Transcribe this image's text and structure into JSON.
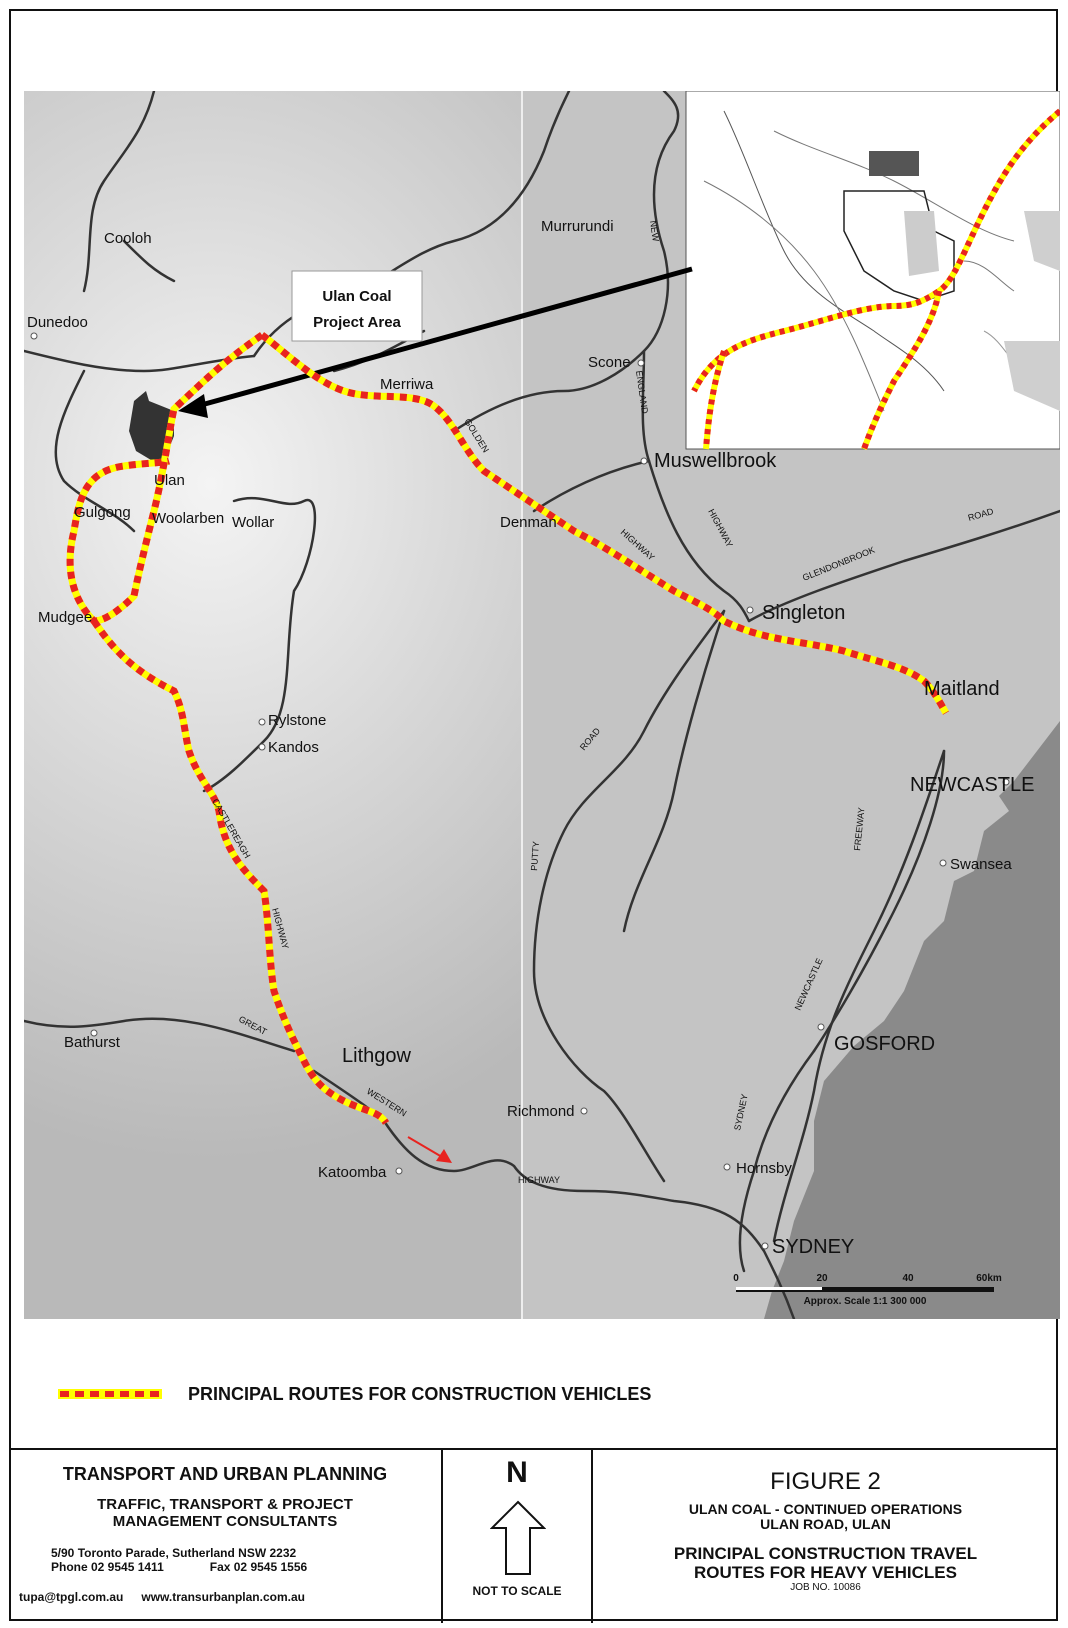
{
  "map": {
    "project_area_label": [
      "Ulan Coal",
      "Project Area"
    ],
    "places": {
      "cooloh": "Cooloh",
      "dunedoo": "Dunedoo",
      "ulan": "Ulan",
      "gulgong": "Gulgong",
      "woolarben": "Woolarben",
      "wollar": "Wollar",
      "mudgee": "Mudgee",
      "rylstone": "Rylstone",
      "kandos": "Kandos",
      "bathurst": "Bathurst",
      "lithgow": "Lithgow",
      "katoomba": "Katoomba",
      "richmond": "Richmond",
      "merriwa": "Merriwa",
      "murrurundi": "Murrurundi",
      "scone": "Scone",
      "muswellbrook": "Muswellbrook",
      "denman": "Denman",
      "singleton": "Singleton",
      "maitland": "Maitland",
      "newcastle": "NEWCASTLE",
      "swansea": "Swansea",
      "gosford": "GOSFORD",
      "hornsby": "Hornsby",
      "sydney": "SYDNEY"
    },
    "road_labels": {
      "golden": "GOLDEN",
      "highway1": "HIGHWAY",
      "new": "NEW",
      "england": "ENGLAND",
      "highway2": "HIGHWAY",
      "glendonbrook": "GLENDONBROOK",
      "road1": "ROAD",
      "road2": "ROAD",
      "putty": "PUTTY",
      "freeway": "FREEWAY",
      "newcastle_rd": "NEWCASTLE",
      "sydney_rd": "SYDNEY",
      "castlereagh": "CASTLEREAGH",
      "highway3": "HIGHWAY",
      "great": "GREAT",
      "western": "WESTERN",
      "highway4": "HIGHWAY"
    },
    "scale": {
      "ticks": [
        "0",
        "20",
        "40",
        "60km"
      ],
      "caption": "Approx. Scale 1:1 300 000"
    },
    "colors": {
      "route_red": "#e8231f",
      "route_yellow": "#ffff00",
      "map_bg": "#c8c8c8",
      "sea": "#8a8a8a",
      "road": "#333333"
    }
  },
  "legend": {
    "label": "PRINCIPAL ROUTES FOR CONSTRUCTION VEHICLES"
  },
  "titleblock": {
    "company": "TRANSPORT AND URBAN PLANNING",
    "subtitle_1": "TRAFFIC, TRANSPORT & PROJECT",
    "subtitle_2": "MANAGEMENT CONSULTANTS",
    "address": "5/90 Toronto Parade, Sutherland NSW 2232",
    "phone": "Phone 02 9545 1411",
    "fax": "Fax 02 9545 1556",
    "email": "tupa@tpgl.com.au",
    "web": "www.transurbanplan.com.au",
    "north": "N",
    "not_to_scale": "NOT TO SCALE",
    "figure": "FIGURE 2",
    "project_1": "ULAN COAL - CONTINUED OPERATIONS",
    "project_2": "ULAN ROAD, ULAN",
    "heading_1": "PRINCIPAL CONSTRUCTION TRAVEL",
    "heading_2": "ROUTES FOR HEAVY VEHICLES",
    "job": "JOB NO. 10086"
  }
}
